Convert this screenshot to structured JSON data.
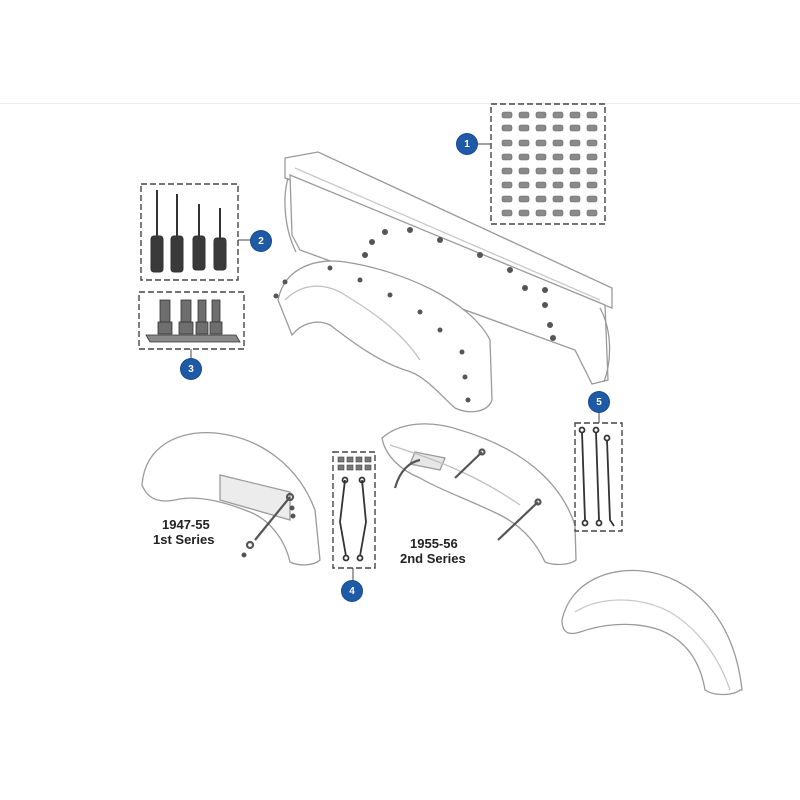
{
  "colors": {
    "callout": "#1f5aa6",
    "outline": "#9a9a9a",
    "box_dash": "#444444",
    "part_dark": "#555555"
  },
  "series_labels": {
    "first": {
      "year": "1947-55",
      "name": "1st Series"
    },
    "second": {
      "year": "1955-56",
      "name": "2nd Series"
    }
  },
  "callouts": [
    {
      "number": "1",
      "part": "bolt-set"
    },
    {
      "number": "2",
      "part": "screwdriver-set"
    },
    {
      "number": "3",
      "part": "bit-socket-set"
    },
    {
      "number": "4",
      "part": "fender-brace-kit-1st-series"
    },
    {
      "number": "5",
      "part": "fender-brace-kit-2nd-series"
    }
  ]
}
